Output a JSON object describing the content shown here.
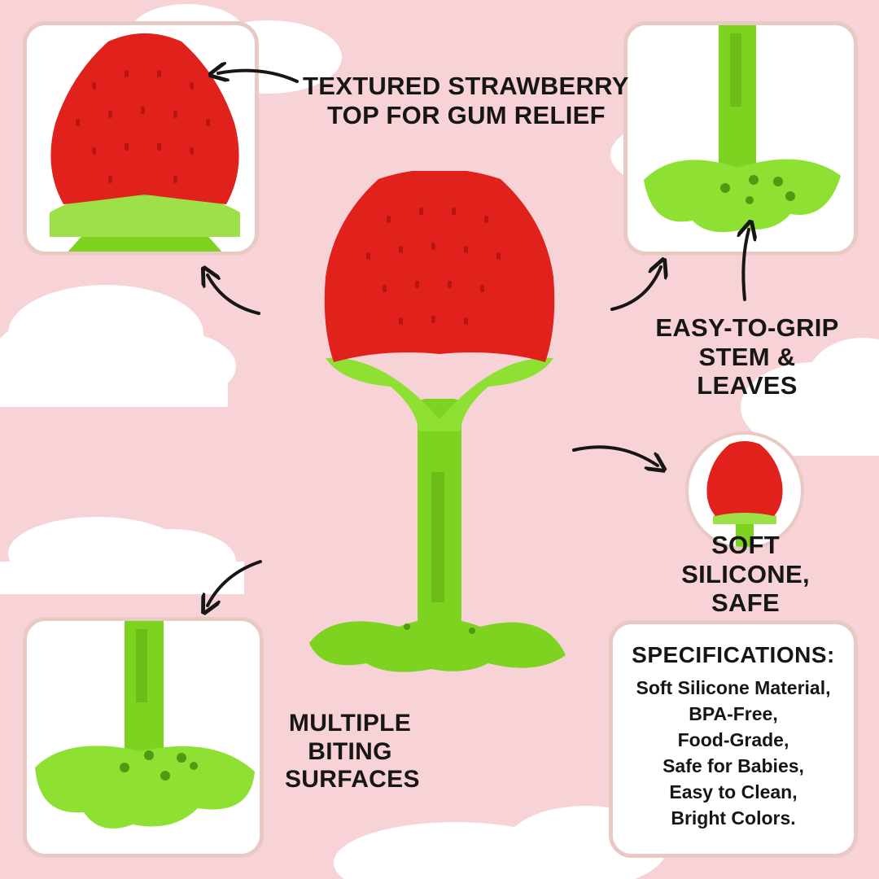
{
  "colors": {
    "background": "#f7d2d6",
    "cloud": "#ffffff",
    "panel_border": "#e8c9c3",
    "strawberry_red": "#e0211c",
    "stem_green": "#7ed321",
    "text": "#161616"
  },
  "callouts": {
    "top_relief": {
      "line1": "TEXTURED STRAWBERRY",
      "line2": "TOP FOR GUM RELIEF"
    },
    "grip": {
      "line1": "EASY-TO-GRIP",
      "line2": "STEM & LEAVES"
    },
    "silicone": {
      "line1": "SOFT SILICONE,",
      "line2": "SAFE CHEWING"
    },
    "biting": {
      "line1": "MULTIPLE",
      "line2": "BITING",
      "line3": "SURFACES"
    }
  },
  "specifications": {
    "title": "SPECIFICATIONS:",
    "items": [
      "Soft Silicone Material,",
      "BPA-Free,",
      "Food-Grade,",
      "Safe for Babies,",
      "Easy to Clean,",
      "Bright Colors."
    ]
  }
}
